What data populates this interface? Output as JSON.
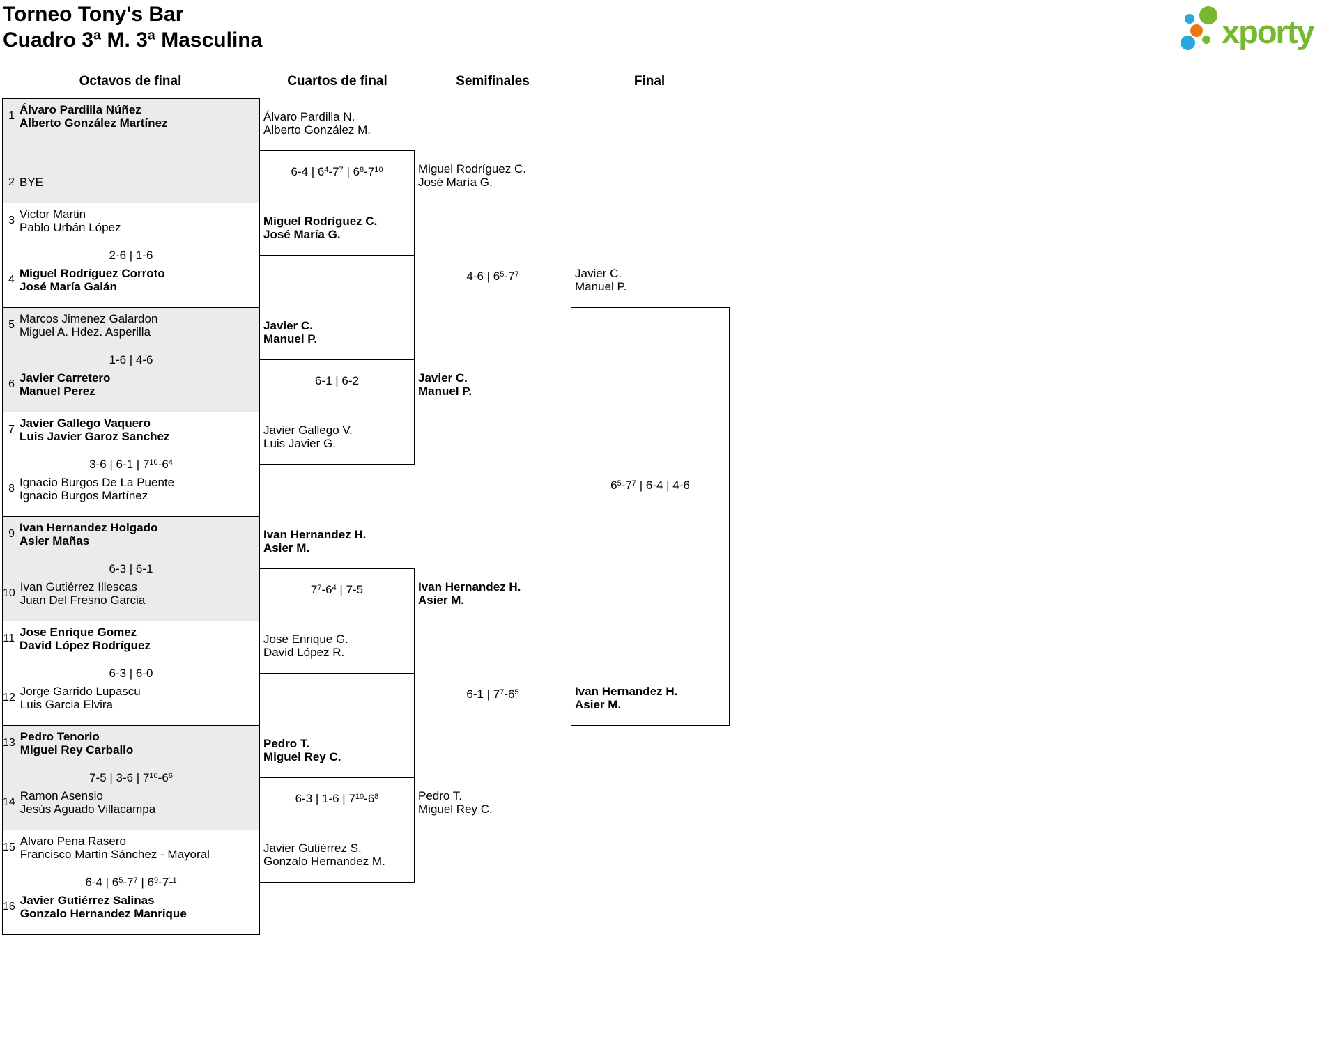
{
  "title": {
    "line1": "Torneo Tony's Bar",
    "line2": "Cuadro 3ª M. 3ª Masculina"
  },
  "logo": {
    "brand": "xporty"
  },
  "colors": {
    "logo_green": "#76b82e",
    "logo_blue": "#29a8e0",
    "logo_orange": "#e8790f",
    "shaded_row": "#ebebeb",
    "line": "#000000"
  },
  "rounds": [
    {
      "label": "Octavos de final"
    },
    {
      "label": "Cuartos de final"
    },
    {
      "label": "Semifinales"
    },
    {
      "label": "Final"
    }
  ],
  "octavos": {
    "entries": [
      {
        "seed": "1",
        "line1": "Álvaro Pardilla Núñez",
        "line2": "Alberto González Martínez",
        "winner": true
      },
      {
        "seed": "2",
        "line1": "BYE",
        "line2": "",
        "winner": false
      },
      {
        "seed": "3",
        "line1": "Victor Martin",
        "line2": "Pablo Urbán López",
        "winner": false
      },
      {
        "seed": "4",
        "line1": "Miguel Rodríguez Corroto",
        "line2": "José María Galán",
        "winner": true
      },
      {
        "seed": "5",
        "line1": "Marcos Jimenez Galardon",
        "line2": "Miguel A. Hdez. Asperilla",
        "winner": false
      },
      {
        "seed": "6",
        "line1": "Javier Carretero",
        "line2": "Manuel Perez",
        "winner": true
      },
      {
        "seed": "7",
        "line1": "Javier Gallego Vaquero",
        "line2": "Luis Javier Garoz Sanchez",
        "winner": true
      },
      {
        "seed": "8",
        "line1": "Ignacio Burgos De La Puente",
        "line2": "Ignacio Burgos Martínez",
        "winner": false
      },
      {
        "seed": "9",
        "line1": "Ivan Hernandez Holgado",
        "line2": "Asier Mañas",
        "winner": true
      },
      {
        "seed": "10",
        "line1": "Ivan Gutiérrez Illescas",
        "line2": "Juan Del Fresno Garcia",
        "winner": false
      },
      {
        "seed": "11",
        "line1": "Jose Enrique Gomez",
        "line2": "David López Rodríguez",
        "winner": true
      },
      {
        "seed": "12",
        "line1": "Jorge Garrido Lupascu",
        "line2": "Luis Garcia Elvira",
        "winner": false
      },
      {
        "seed": "13",
        "line1": "Pedro Tenorio",
        "line2": "Miguel Rey Carballo",
        "winner": true
      },
      {
        "seed": "14",
        "line1": "Ramon Asensio",
        "line2": "Jesús Aguado Villacampa",
        "winner": false
      },
      {
        "seed": "15",
        "line1": "Alvaro Pena Rasero",
        "line2": "Francisco Martin Sánchez - Mayoral",
        "winner": false
      },
      {
        "seed": "16",
        "line1": "Javier Gutiérrez Salinas",
        "line2": "Gonzalo Hernandez Manrique",
        "winner": true
      }
    ],
    "scores": [
      "",
      "2-6 | 1-6",
      "1-6 | 4-6",
      "3-6 | 6-1 | 7^10-6^4",
      "6-3 | 6-1",
      "6-3 | 6-0",
      "7-5 | 3-6 | 7^10-6^6",
      "6-4 | 6^5-7^7 | 6^9-7^11"
    ]
  },
  "cuartos": {
    "matches": [
      {
        "score": "6-4 | 6^4-7^7 | 6^8-7^10",
        "top": {
          "line1": "Álvaro Pardilla N.",
          "line2": "Alberto González M.",
          "winner": false
        },
        "bottom": {
          "line1": "Miguel Rodríguez C.",
          "line2": "José María G.",
          "winner": true
        }
      },
      {
        "score": "6-1 | 6-2",
        "top": {
          "line1": "Javier C.",
          "line2": "Manuel P.",
          "winner": true
        },
        "bottom": {
          "line1": "Javier Gallego V.",
          "line2": "Luis Javier G.",
          "winner": false
        }
      },
      {
        "score": "7^7-6^4 | 7-5",
        "top": {
          "line1": "Ivan Hernandez H.",
          "line2": "Asier M.",
          "winner": true
        },
        "bottom": {
          "line1": "Jose Enrique G.",
          "line2": "David López R.",
          "winner": false
        }
      },
      {
        "score": "6-3 | 1-6 | 7^10-6^8",
        "top": {
          "line1": "Pedro T.",
          "line2": "Miguel Rey C.",
          "winner": true
        },
        "bottom": {
          "line1": "Javier Gutiérrez S.",
          "line2": "Gonzalo Hernandez M.",
          "winner": false
        }
      }
    ]
  },
  "semifinales": {
    "matches": [
      {
        "score": "4-6 | 6^5-7^7",
        "top": {
          "line1": "Miguel Rodríguez C.",
          "line2": "José María G.",
          "winner": false
        },
        "bottom": {
          "line1": "Javier C.",
          "line2": "Manuel P.",
          "winner": true
        }
      },
      {
        "score": "6-1 | 7^7-6^5",
        "top": {
          "line1": "Ivan Hernandez H.",
          "line2": "Asier M.",
          "winner": true
        },
        "bottom": {
          "line1": "Pedro T.",
          "line2": "Miguel Rey C.",
          "winner": false
        }
      }
    ]
  },
  "final": {
    "score": "6^5-7^7 | 6-4 | 4-6",
    "top": {
      "line1": "Javier C.",
      "line2": "Manuel P.",
      "winner": false
    },
    "bottom": {
      "line1": "Ivan Hernandez H.",
      "line2": "Asier M.",
      "winner": true
    }
  }
}
